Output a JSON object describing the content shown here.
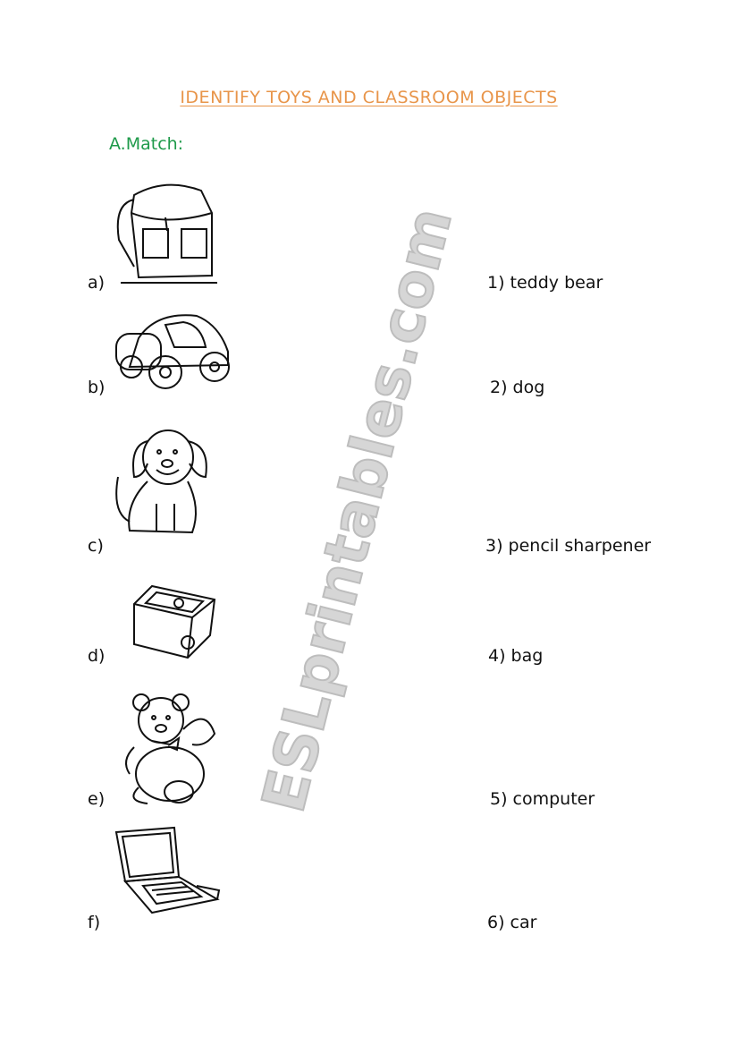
{
  "title": "IDENTIFY TOYS AND CLASSROOM OBJECTS",
  "section": "A.Match:",
  "watermark": "ESLprintables.com",
  "left_items": [
    {
      "label": "a)",
      "icon": "backpack-icon"
    },
    {
      "label": "b)",
      "icon": "toy-car-icon"
    },
    {
      "label": "c)",
      "icon": "dog-icon"
    },
    {
      "label": "d)",
      "icon": "pencil-sharpener-icon"
    },
    {
      "label": "e)",
      "icon": "teddy-bear-icon"
    },
    {
      "label": "f)",
      "icon": "laptop-computer-icon"
    }
  ],
  "right_items": [
    "1) teddy bear",
    "2) dog",
    "3) pencil sharpener",
    "4) bag",
    "5) computer",
    "6) car"
  ]
}
